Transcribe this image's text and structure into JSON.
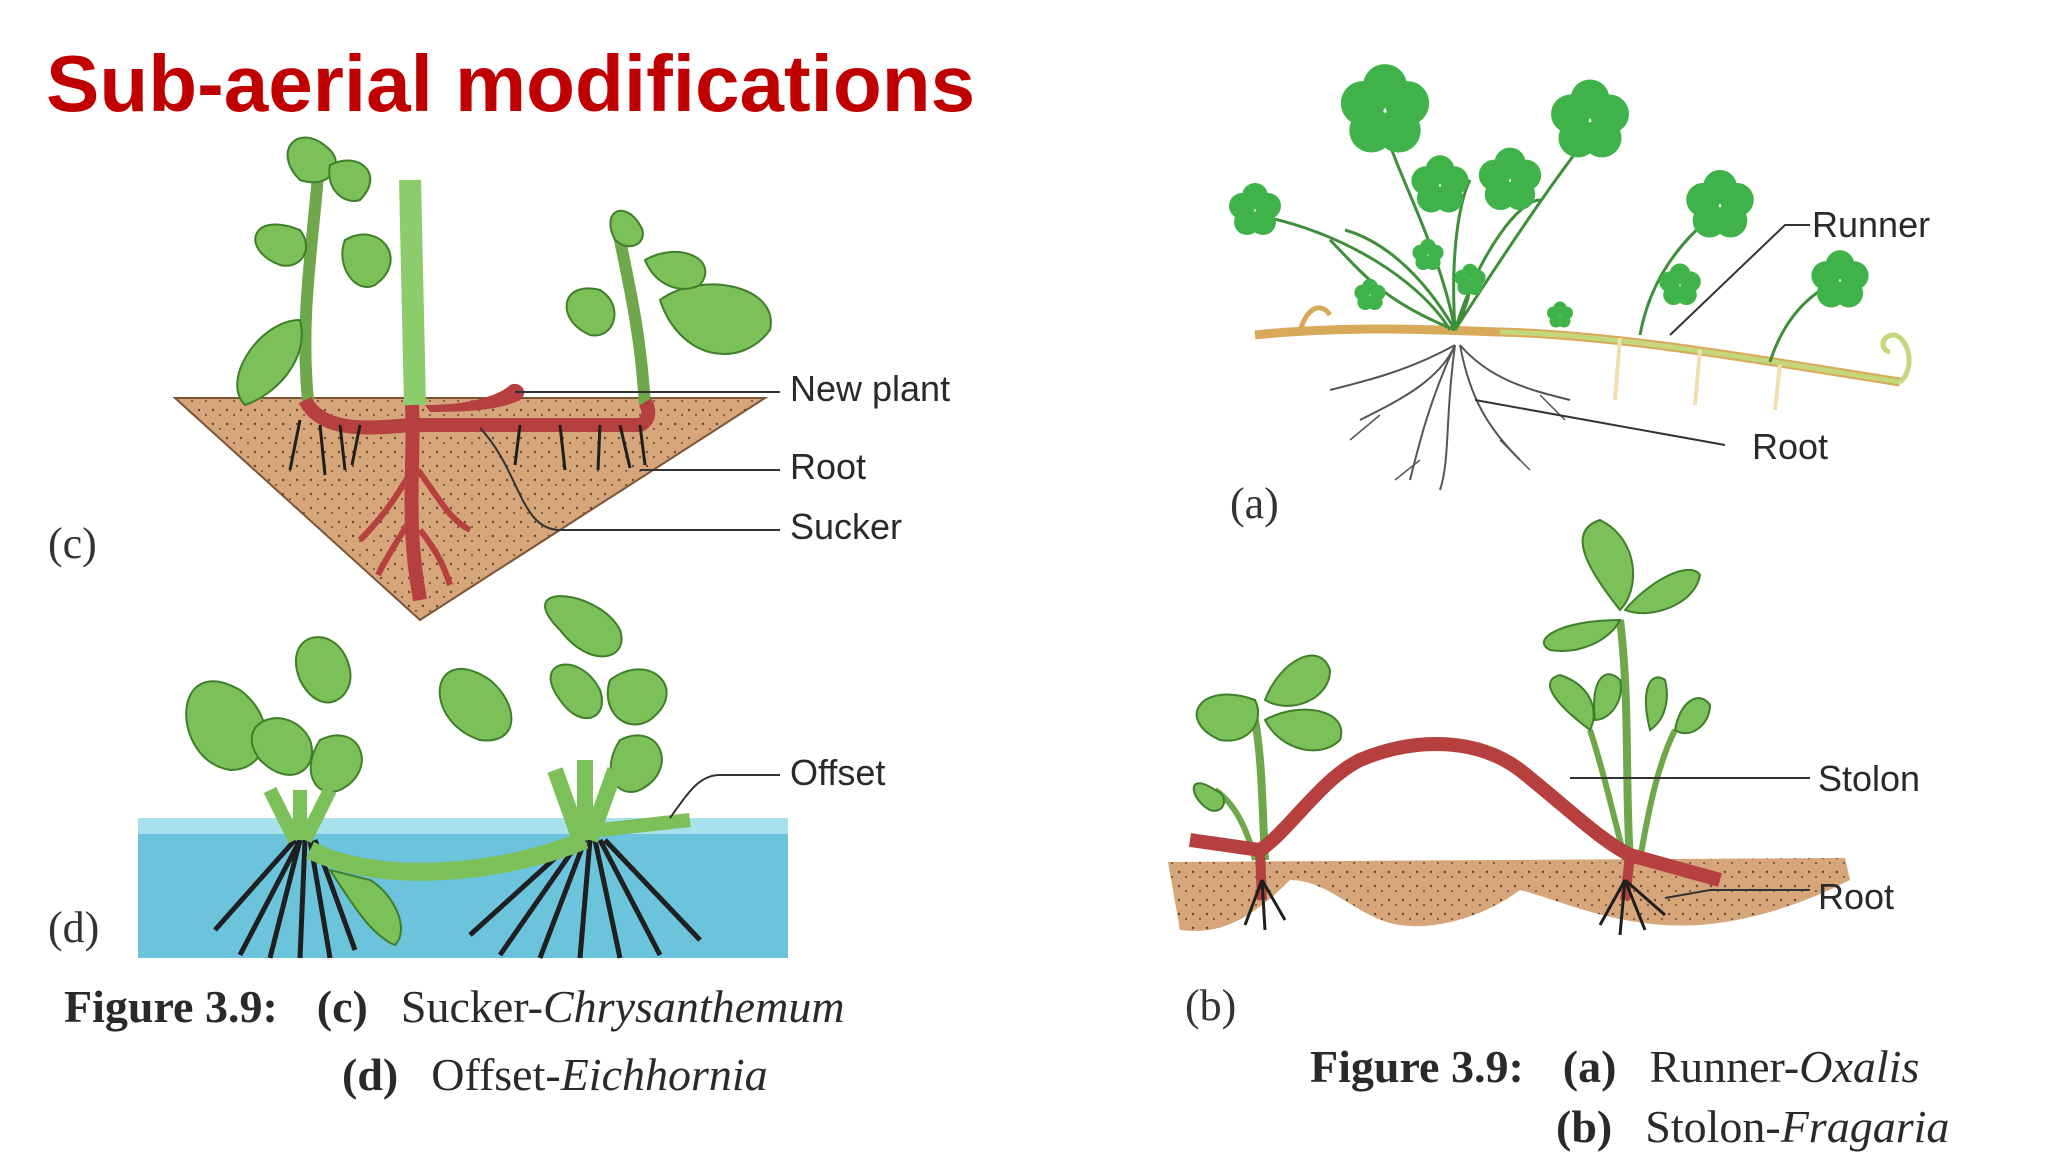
{
  "title": "Sub-aerial modifications",
  "figures": {
    "c": {
      "panel_label": "(c)",
      "labels": [
        "New plant",
        "Root",
        "Sucker"
      ]
    },
    "d": {
      "panel_label": "(d)",
      "labels": [
        "Offset"
      ]
    },
    "a": {
      "panel_label": "(a)",
      "labels": [
        "Runner",
        "Root"
      ]
    },
    "b": {
      "panel_label": "(b)",
      "labels": [
        "Stolon",
        "Root"
      ]
    }
  },
  "captions": {
    "left": {
      "prefix": "Figure 3.9:",
      "line1_tag": "(c)",
      "line1_text": "Sucker-",
      "line1_italic": "Chrysanthemum",
      "line2_tag": "(d)",
      "line2_text": "Offset-",
      "line2_italic": "Eichhornia"
    },
    "right": {
      "prefix": "Figure 3.9:",
      "line1_tag": "(a)",
      "line1_text": "Runner-",
      "line1_italic": "Oxalis",
      "line2_tag": "(b)",
      "line2_text": "Stolon-",
      "line2_italic": "Fragaria"
    }
  },
  "colors": {
    "title": "#c00000",
    "leaf": "#7cc05a",
    "leaf_dark": "#3f7f2a",
    "stem_red": "#b5403f",
    "soil": "#cf9e72",
    "water": "#6cc3dc",
    "root_black": "#1f1f1f",
    "clover": "#3fb34a"
  }
}
